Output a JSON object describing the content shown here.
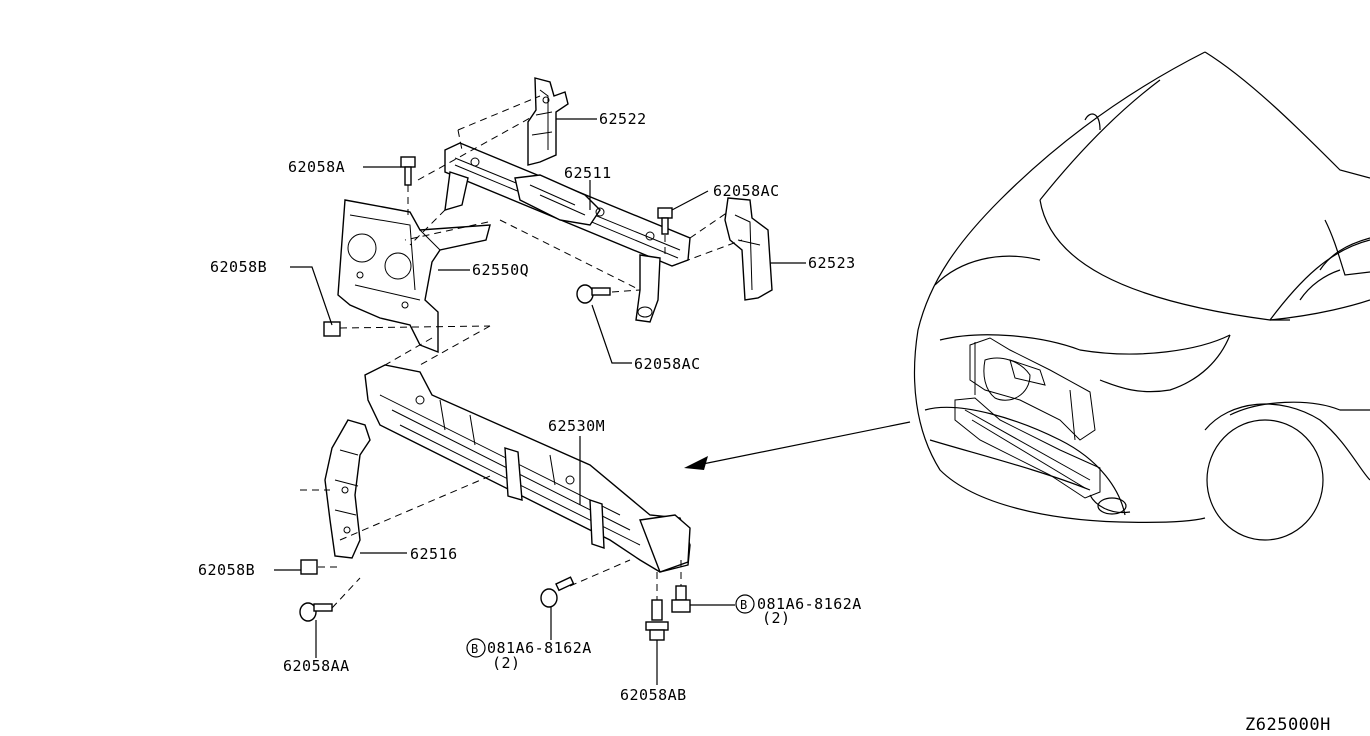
{
  "labels": {
    "p62522": "62522",
    "p62511": "62511",
    "p62058A": "62058A",
    "p62058AC_top": "62058AC",
    "p62523": "62523",
    "p62058B_top": "62058B",
    "p62550Q": "62550Q",
    "p62058AC_bottom": "62058AC",
    "p62530M": "62530M",
    "p62516": "62516",
    "p62058B_bottom": "62058B",
    "p62058AA": "62058AA",
    "bolt_left_code": "081A6-8162A",
    "bolt_left_qty": "(2)",
    "bolt_right_code": "081A6-8162A",
    "bolt_right_qty": "(2)",
    "p62058AB": "62058AB",
    "bolt_marker": "B"
  },
  "diagram_id": "Z625000H"
}
